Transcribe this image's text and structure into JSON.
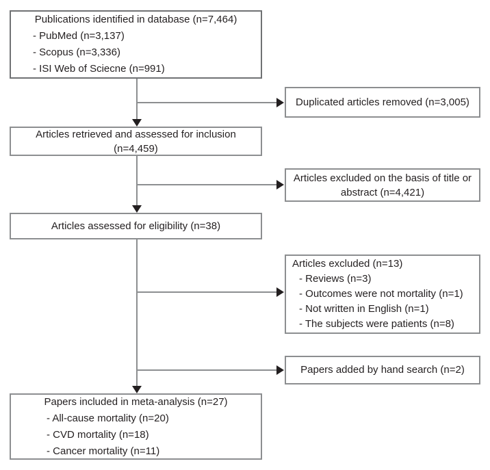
{
  "colors": {
    "background": "#ffffff",
    "box_border": "#8c8e90",
    "connector_line": "#8c8e90",
    "arrowhead": "#231f20",
    "text": "#231f20"
  },
  "flow": {
    "box1": {
      "title": "Publications identified in database (n=7,464)",
      "items": [
        "- PubMed (n=3,137)",
        "- Scopus (n=3,336)",
        "- ISI Web of Sciecne (n=991)"
      ]
    },
    "box2": {
      "line1": "Articles retrieved and assessed for inclusion",
      "line2": "(n=4,459)"
    },
    "box3": {
      "title": "Articles assessed for eligibility (n=38)"
    },
    "box4": {
      "title": "Papers included in meta-analysis (n=27)",
      "items": [
        "- All-cause mortality (n=20)",
        "- CVD mortality (n=18)",
        "- Cancer mortality (n=11)"
      ]
    },
    "side1": {
      "title": "Duplicated articles removed (n=3,005)"
    },
    "side2": {
      "line1": "Articles excluded on the basis of title or",
      "line2": "abstract (n=4,421)"
    },
    "side3": {
      "title": "Articles excluded (n=13)",
      "items": [
        "- Reviews (n=3)",
        "- Outcomes were not mortality (n=1)",
        "- Not written in English (n=1)",
        "- The subjects were patients (n=8)"
      ]
    },
    "side4": {
      "title": "Papers added by hand search (n=2)"
    }
  }
}
